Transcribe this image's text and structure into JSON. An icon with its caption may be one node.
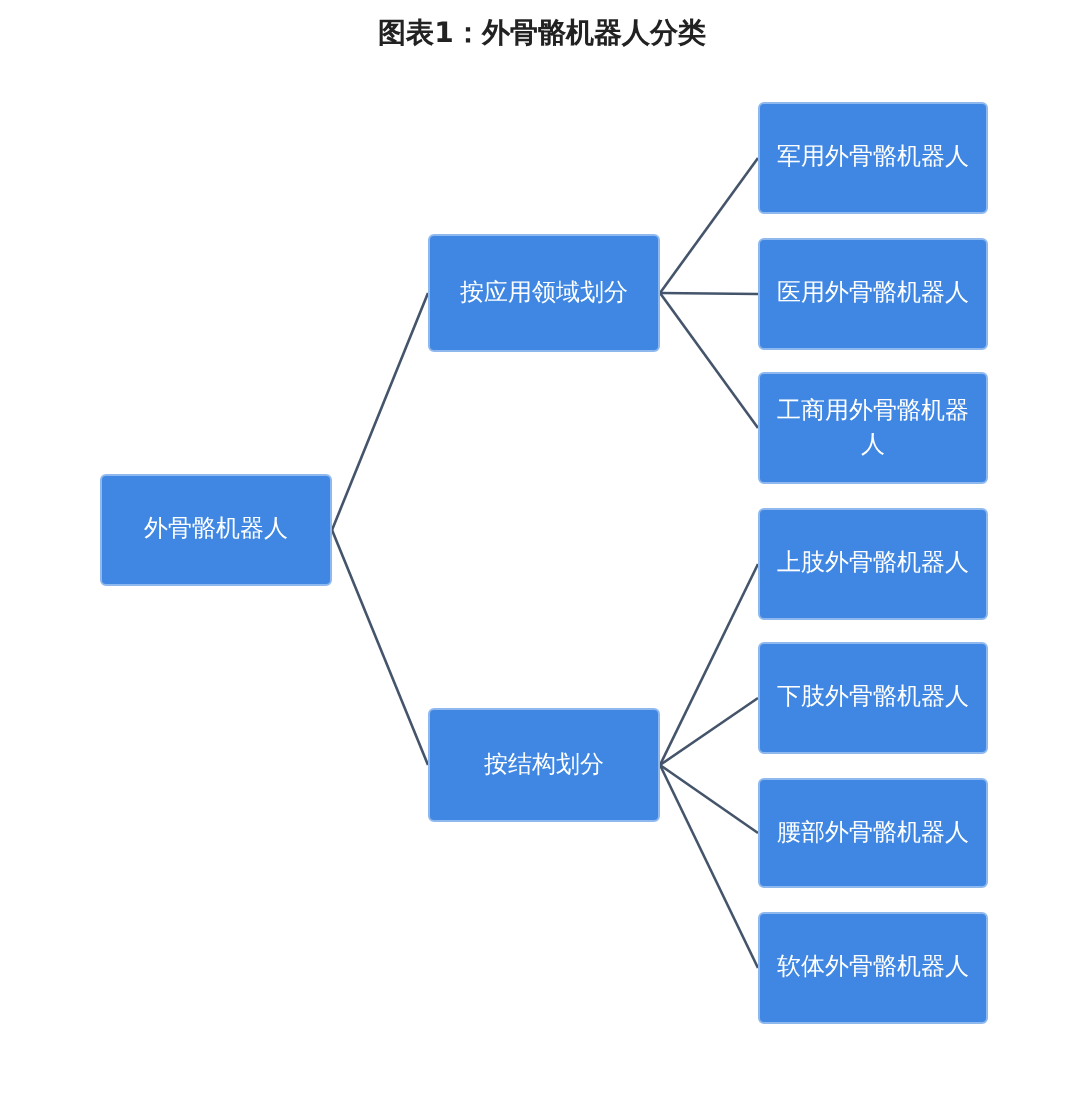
{
  "diagram": {
    "title": "图表1：外骨骼机器人分类",
    "nodes": [
      {
        "text": [
          "外骨骼机器人"
        ]
      },
      {
        "text": [
          "按应用领域划分"
        ]
      },
      {
        "text": [
          "按结构划分"
        ]
      },
      {
        "text": [
          "军用外骨骼机器人"
        ]
      },
      {
        "text": [
          "医用外骨骼机器人"
        ]
      },
      {
        "text": [
          "工商用外骨骼机器人"
        ]
      },
      {
        "text": [
          "上肢外骨骼机器人"
        ]
      },
      {
        "text": [
          "下肢外骨骼机器人"
        ]
      },
      {
        "text": [
          "腰部外骨骼机器人"
        ]
      },
      {
        "text": [
          "软体外骨骼机器人"
        ]
      }
    ],
    "edges": [
      {
        "from": 0,
        "to": 1,
        "arrow": "none"
      },
      {
        "from": 0,
        "to": 2,
        "arrow": "none"
      },
      {
        "from": 1,
        "to": 3,
        "arrow": "none"
      },
      {
        "from": 1,
        "to": 4,
        "arrow": "none"
      },
      {
        "from": 1,
        "to": 5,
        "arrow": "none"
      },
      {
        "from": 2,
        "to": 6,
        "arrow": "none"
      },
      {
        "from": 2,
        "to": 7,
        "arrow": "none"
      },
      {
        "from": 2,
        "to": 8,
        "arrow": "none"
      },
      {
        "from": 2,
        "to": 9,
        "arrow": "none"
      }
    ]
  }
}
